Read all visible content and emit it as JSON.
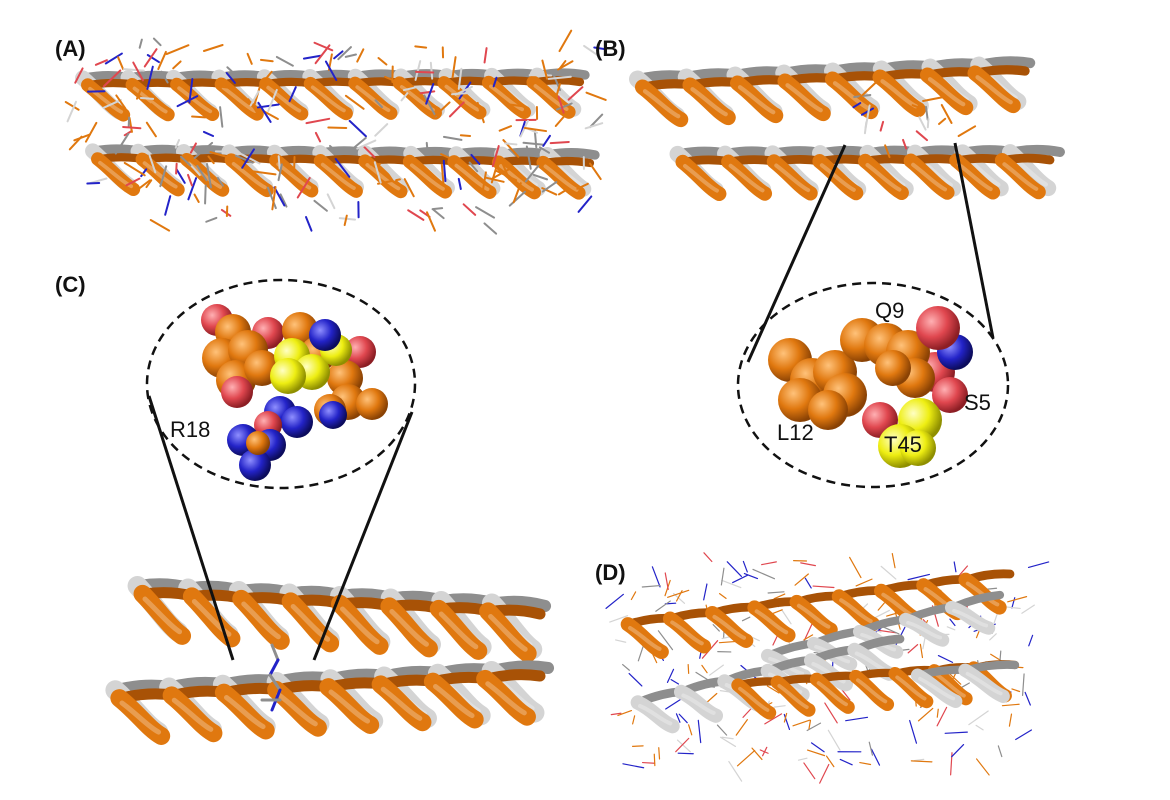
{
  "panels": {
    "a": {
      "label": "(A)"
    },
    "b": {
      "label": "(B)",
      "residues": [
        "Q9",
        "S5",
        "L12",
        "T45"
      ]
    },
    "c": {
      "label": "(C)",
      "residues": [
        "R18"
      ]
    },
    "d": {
      "label": "(D)"
    }
  },
  "colors": {
    "orange": "#e0780f",
    "orange_dark": "#a85206",
    "grey": "#d4d4d4",
    "grey_dark": "#8e8e8e",
    "oxygen": "#e0474f",
    "nitrogen": "#2323c8",
    "sulfur": "#f2f21a",
    "carbon": "#e0780f"
  }
}
